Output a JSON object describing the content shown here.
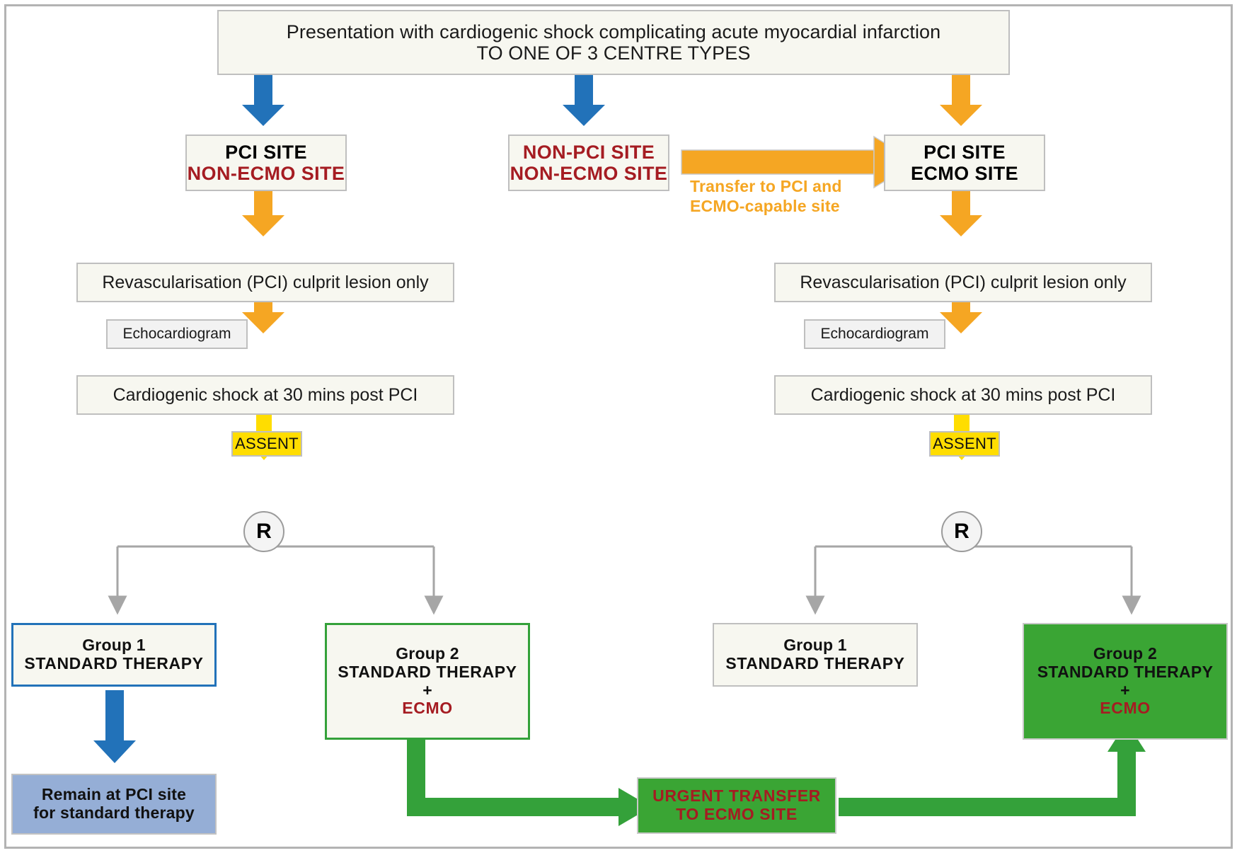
{
  "header": {
    "line1": "Presentation with cardiogenic shock complicating acute myocardial infarction",
    "line2": "TO ONE OF 3 CENTRE TYPES"
  },
  "sites": {
    "left": {
      "line1": "PCI SITE",
      "line2": "NON-ECMO SITE"
    },
    "middle": {
      "line1": "NON-PCI SITE",
      "line2": "NON-ECMO SITE"
    },
    "right": {
      "line1": "PCI SITE",
      "line2": "ECMO SITE"
    }
  },
  "transfer_arrow": {
    "label_line1": "Transfer to PCI and",
    "label_line2": "ECMO-capable site"
  },
  "left_pathway": {
    "revasc": "Revascularisation (PCI) culprit lesion only",
    "echo": "Echocardiogram",
    "shock": "Cardiogenic shock at 30 mins post PCI",
    "assent": "ASSENT",
    "randomise": "R",
    "group1": {
      "title": "Group 1",
      "sub": "STANDARD THERAPY"
    },
    "group2": {
      "title": "Group 2",
      "sub": "STANDARD THERAPY",
      "plus": "+",
      "ecmo": "ECMO"
    },
    "outcome": {
      "line1": "Remain at PCI site",
      "line2": "for standard therapy"
    }
  },
  "right_pathway": {
    "revasc": "Revascularisation (PCI) culprit lesion only",
    "echo": "Echocardiogram",
    "shock": "Cardiogenic shock at 30 mins post PCI",
    "assent": "ASSENT",
    "randomise": "R",
    "group1": {
      "title": "Group 1",
      "sub": "STANDARD THERAPY"
    },
    "group2": {
      "title": "Group 2",
      "sub": "STANDARD THERAPY",
      "plus": "+",
      "ecmo": "ECMO"
    }
  },
  "urgent_transfer": {
    "line1": "URGENT TRANSFER",
    "line2": "TO ECMO SITE"
  },
  "colors": {
    "blue_arrow": "#2272b9",
    "orange_arrow": "#f5a623",
    "yellow_arrow": "#ffdd00",
    "green_arrow": "#34a13a",
    "gray_connector": "#a6a6a6",
    "cream_fill": "#f7f7f0",
    "dark_red": "#a51c22",
    "green_fill": "#3aa534",
    "blue_fill": "#95aed6"
  }
}
